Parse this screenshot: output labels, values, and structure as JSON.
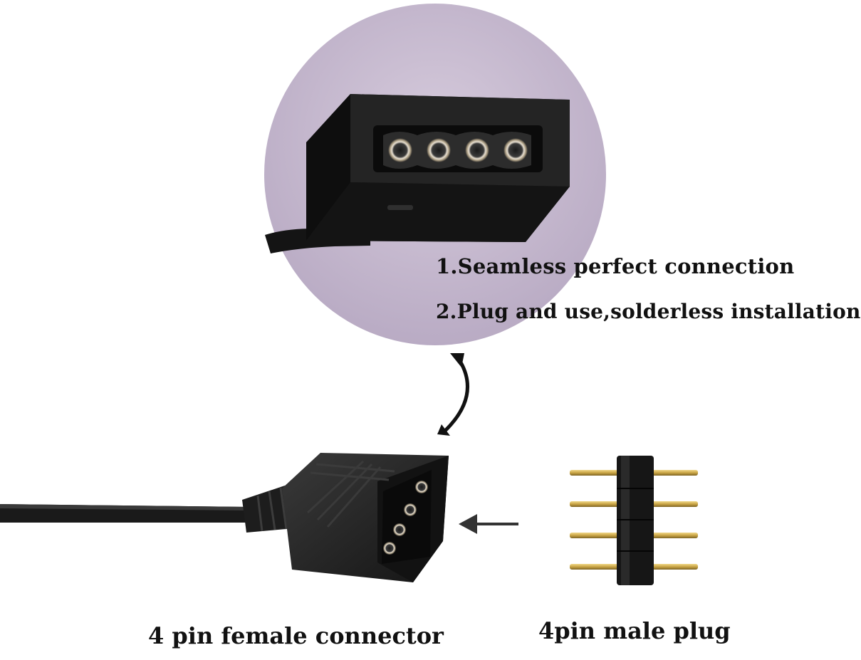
{
  "features": [
    "1.Seamless perfect connection",
    "2.Plug and use,solderless installation"
  ],
  "captions": {
    "female": "4 pin female connector",
    "male": "4pin male plug"
  },
  "colors": {
    "background": "#ffffff",
    "zoom_circle": "#c8bcd0",
    "connector_body": "#1c1c1c",
    "pin_gold": "#c9a545",
    "text": "#111111"
  },
  "icons": {
    "link_arrow": "double-headed-curved-arrow",
    "insert_arrow": "left-arrow"
  }
}
